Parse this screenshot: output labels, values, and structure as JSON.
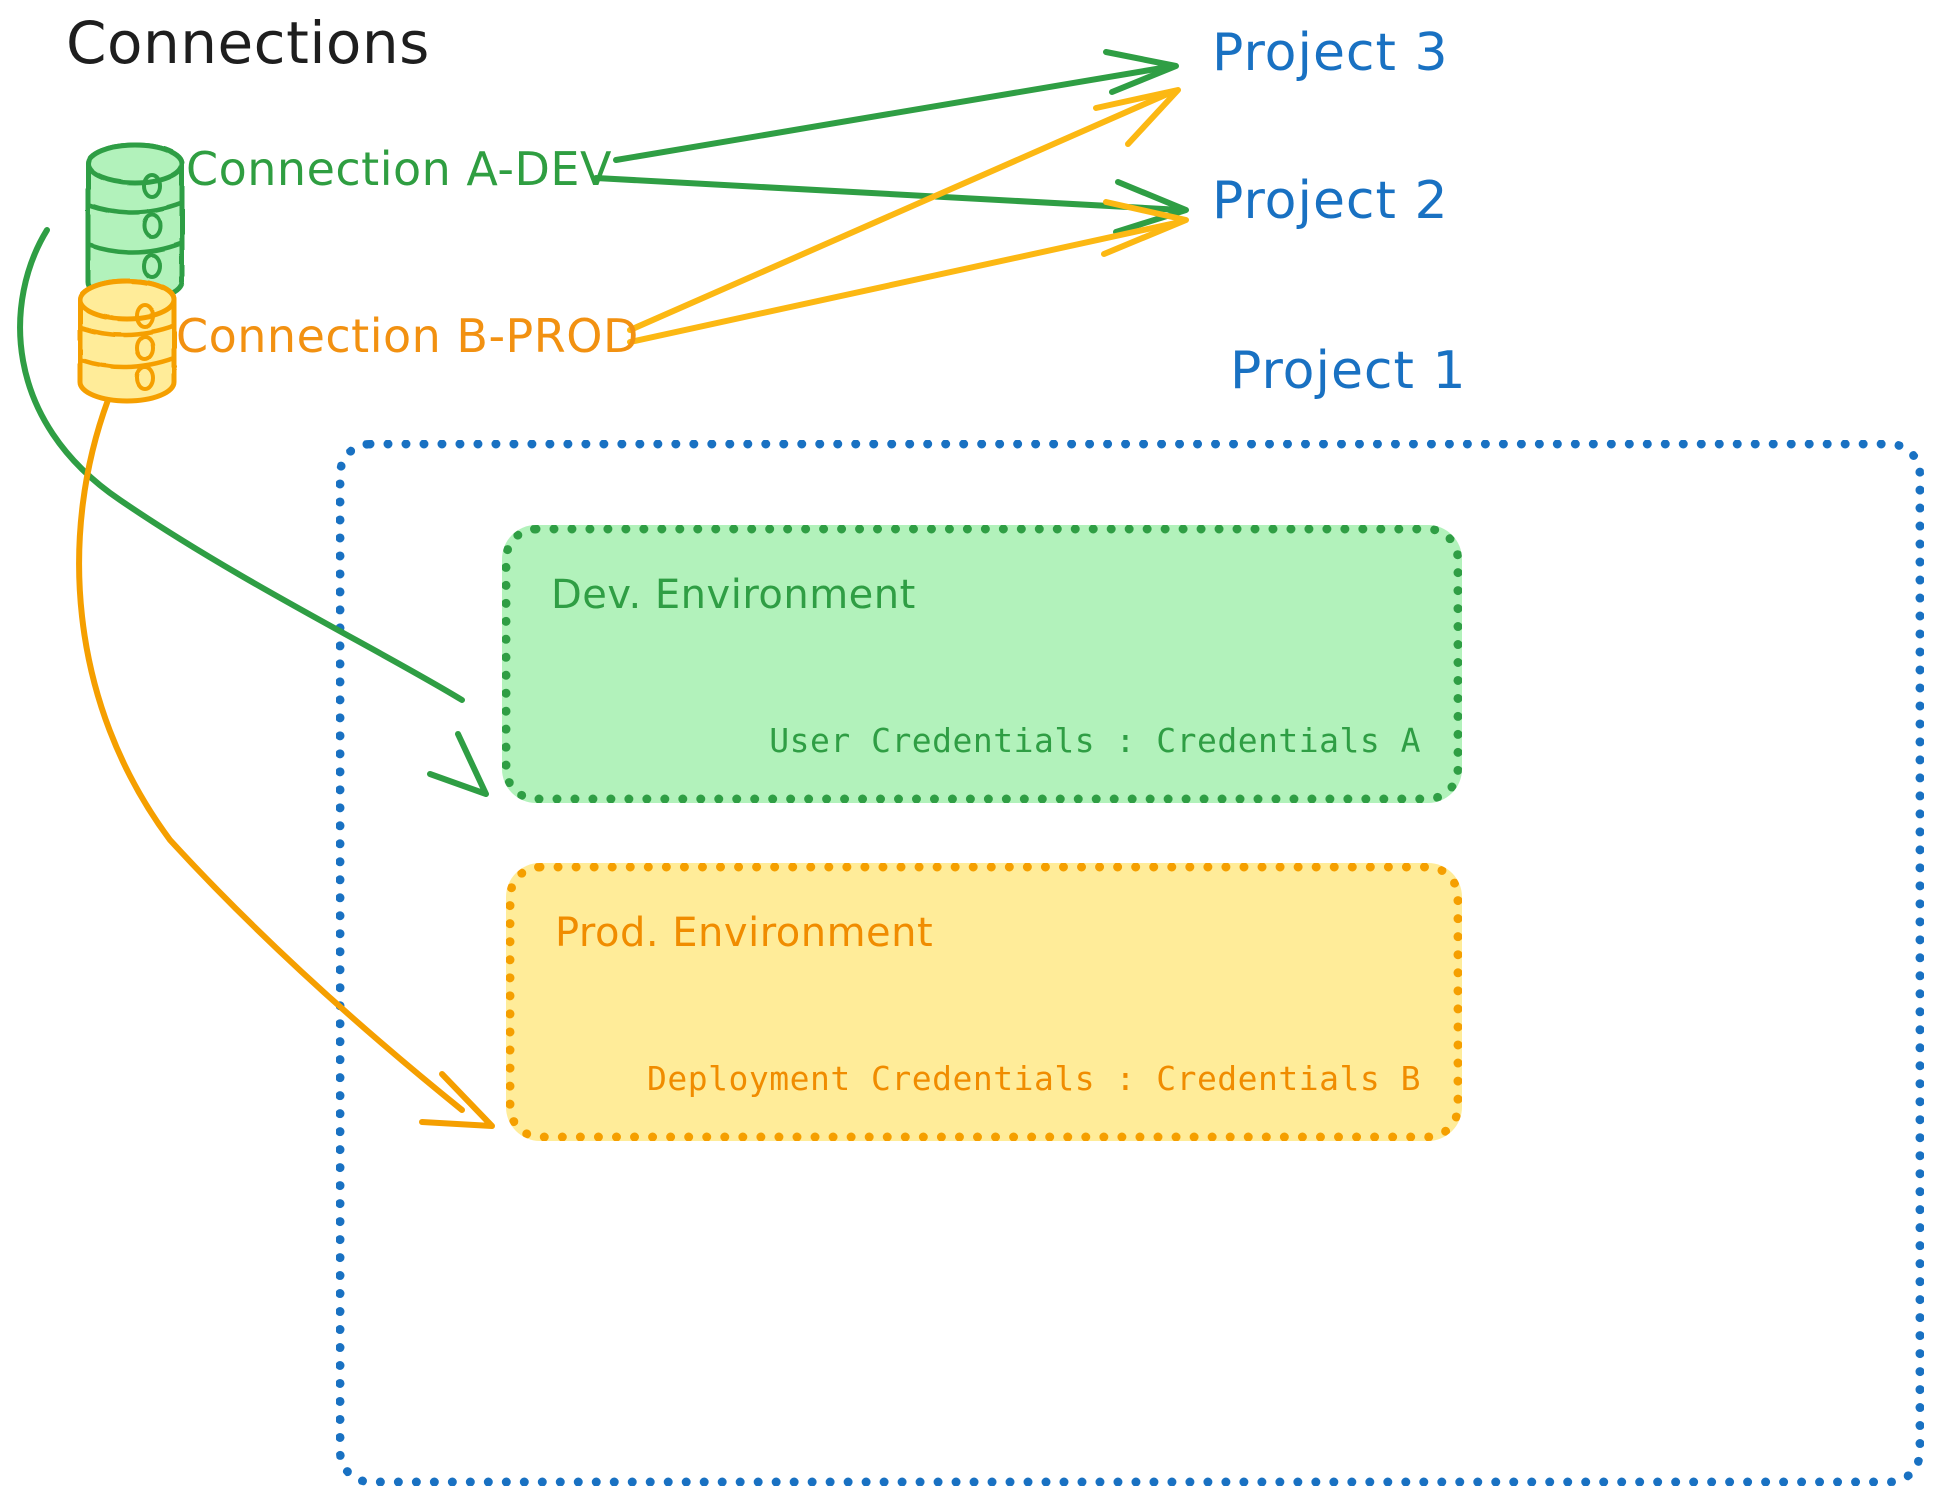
{
  "page": {
    "title": "Connections",
    "background": "#ffffff"
  },
  "colors": {
    "green_stroke": "#2f9e44",
    "green_fill": "#b2f2bb",
    "orange_stroke": "#f59f00",
    "orange_fill": "#ffec99",
    "blue": "#1971c2",
    "black": "#1e1e1e"
  },
  "connections": [
    {
      "id": "connection-a-dev",
      "label": "Connection A-DEV",
      "color": "#2f9e44",
      "icon": "database-icon",
      "targets": [
        "Project 3",
        "Project 2",
        "Dev. Environment"
      ]
    },
    {
      "id": "connection-b-prod",
      "label": "Connection B-PROD",
      "color": "#f59f00",
      "icon": "database-icon",
      "targets": [
        "Project 3",
        "Project 2",
        "Prod. Environment"
      ]
    }
  ],
  "projects": [
    {
      "id": "project-3",
      "label": "Project 3"
    },
    {
      "id": "project-2",
      "label": "Project 2"
    },
    {
      "id": "project-1",
      "label": "Project 1"
    }
  ],
  "project1": {
    "label": "Project 1",
    "environments": [
      {
        "id": "dev-environment",
        "title": "Dev. Environment",
        "credentials_label": "User Credentials",
        "credentials_value": "Credentials A",
        "credentials_line": "User Credentials : Credentials A",
        "fill": "#b2f2bb",
        "stroke": "#2f9e44"
      },
      {
        "id": "prod-environment",
        "title": "Prod. Environment",
        "credentials_label": "Deployment Credentials",
        "credentials_value": "Credentials B",
        "credentials_line": "Deployment Credentials : Credentials B",
        "fill": "#ffec99",
        "stroke": "#f59f00"
      }
    ]
  },
  "edges": [
    {
      "from": "Connection A-DEV",
      "to": "Project 3",
      "color": "#2f9e44"
    },
    {
      "from": "Connection A-DEV",
      "to": "Project 2",
      "color": "#2f9e44"
    },
    {
      "from": "Connection A-DEV",
      "to": "Dev. Environment",
      "color": "#2f9e44"
    },
    {
      "from": "Connection B-PROD",
      "to": "Project 3",
      "color": "#f59f00"
    },
    {
      "from": "Connection B-PROD",
      "to": "Project 2",
      "color": "#f59f00"
    },
    {
      "from": "Connection B-PROD",
      "to": "Prod. Environment",
      "color": "#f59f00"
    }
  ]
}
